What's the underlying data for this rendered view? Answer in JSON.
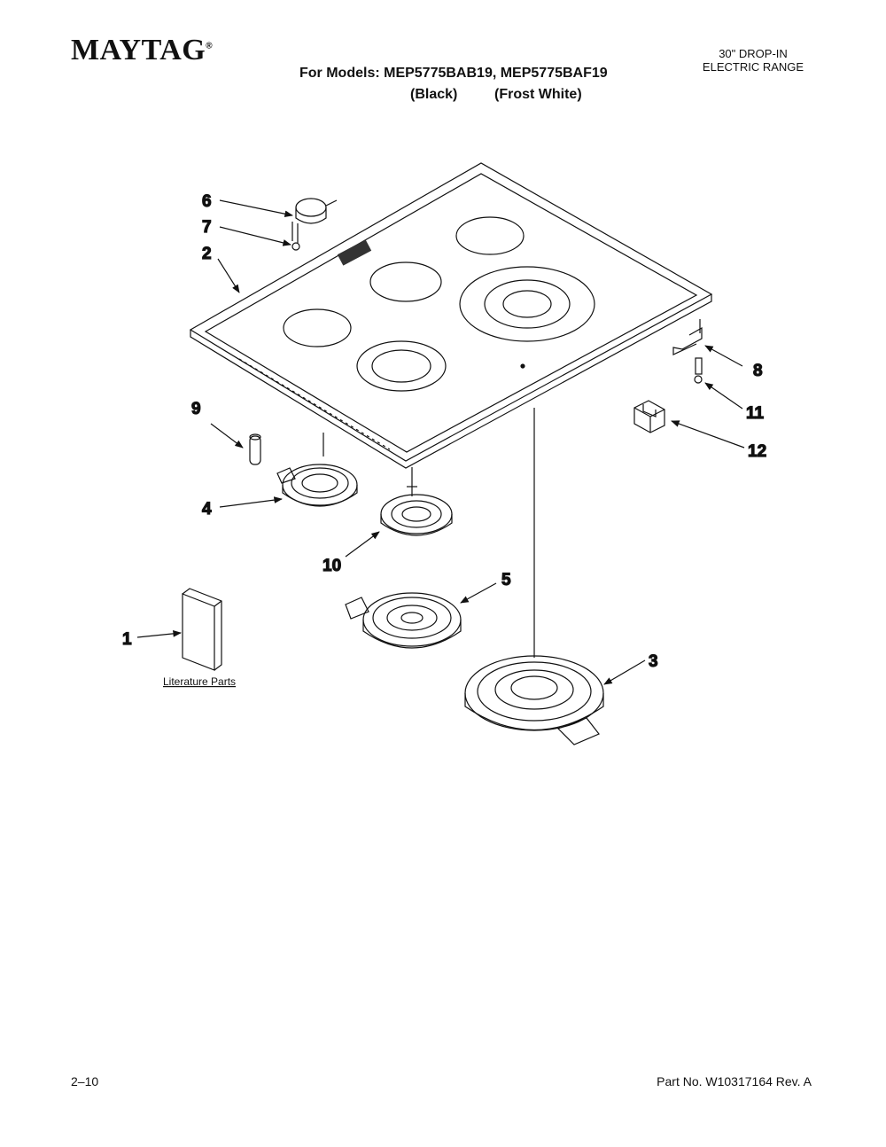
{
  "header": {
    "brand": "MAYTAG",
    "models_line": "For Models: MEP5775BAB19, MEP5775BAF19",
    "variant_black": "(Black)",
    "variant_white": "(Frost White)",
    "product_type_line1": "30\" DROP-IN",
    "product_type_line2": "ELECTRIC RANGE"
  },
  "diagram": {
    "literature_label": "Literature Parts",
    "callouts": [
      "1",
      "2",
      "3",
      "4",
      "5",
      "6",
      "7",
      "8",
      "9",
      "10",
      "11",
      "12"
    ]
  },
  "footer": {
    "page": "2–10",
    "part_number": "Part No. W10317164 Rev. A"
  },
  "colors": {
    "ink": "#111111",
    "paper": "#ffffff"
  }
}
